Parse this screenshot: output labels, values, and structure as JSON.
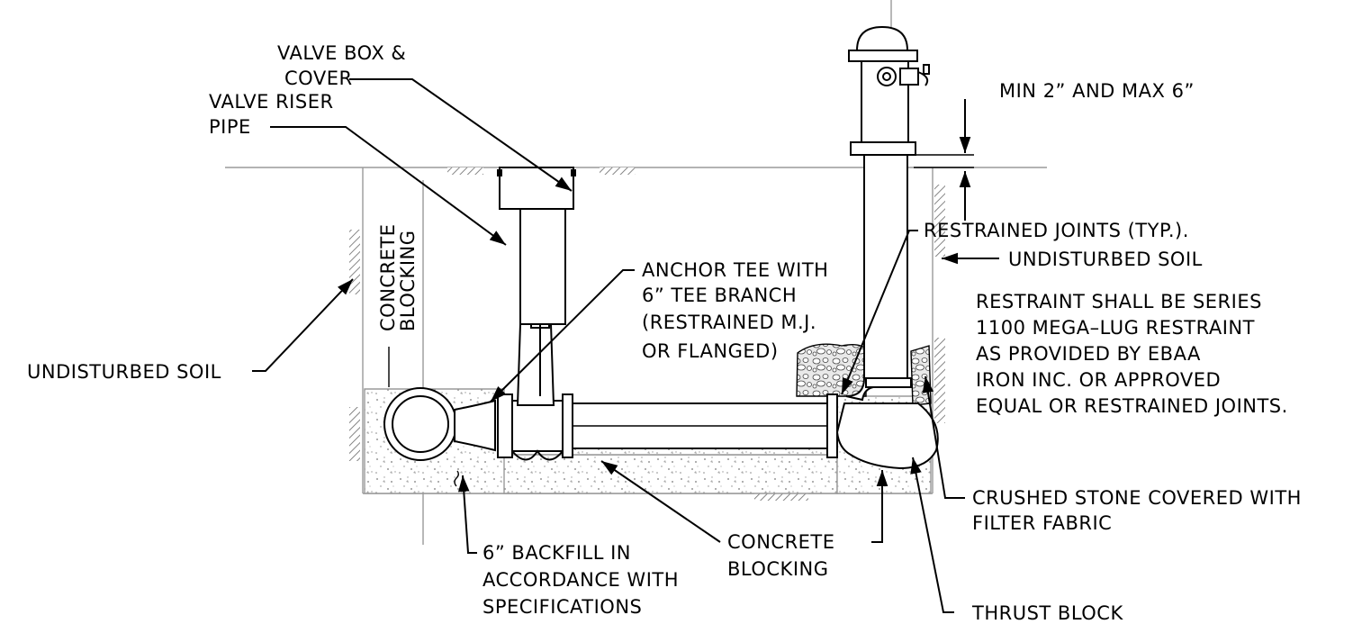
{
  "labels": {
    "valve_box": [
      "VALVE BOX &",
      "COVER"
    ],
    "valve_riser": [
      "VALVE RISER",
      "PIPE"
    ],
    "min_max": "MIN 2” AND MAX 6”",
    "undisturbed_right": "UNDISTURBED SOIL",
    "concrete_blocking_vertical": [
      "CONCRETE",
      "BLOCKING"
    ],
    "anchor_tee": [
      "ANCHOR TEE WITH",
      "6” TEE BRANCH",
      "(RESTRAINED M.J.",
      "OR FLANGED)"
    ],
    "restrained_joints": [
      "RESTRAINED JOINTS (TYP.).",
      "RESTRAINT SHALL BE SERIES",
      "1100 MEGA–LUG RESTRAINT",
      "AS PROVIDED BY EBAA",
      "IRON INC. OR APPROVED",
      "EQUAL OR RESTRAINED JOINTS."
    ],
    "undisturbed_left": "UNDISTURBED SOIL",
    "crushed_stone": [
      "CRUSHED STONE COVERED WITH",
      "FILTER FABRIC"
    ],
    "backfill": [
      "6” BACKFILL IN",
      "ACCORDANCE WITH",
      "SPECIFICATIONS"
    ],
    "concrete_blocking_bottom": [
      "CONCRETE",
      "BLOCKING"
    ],
    "thrust_block": "THRUST BLOCK"
  }
}
